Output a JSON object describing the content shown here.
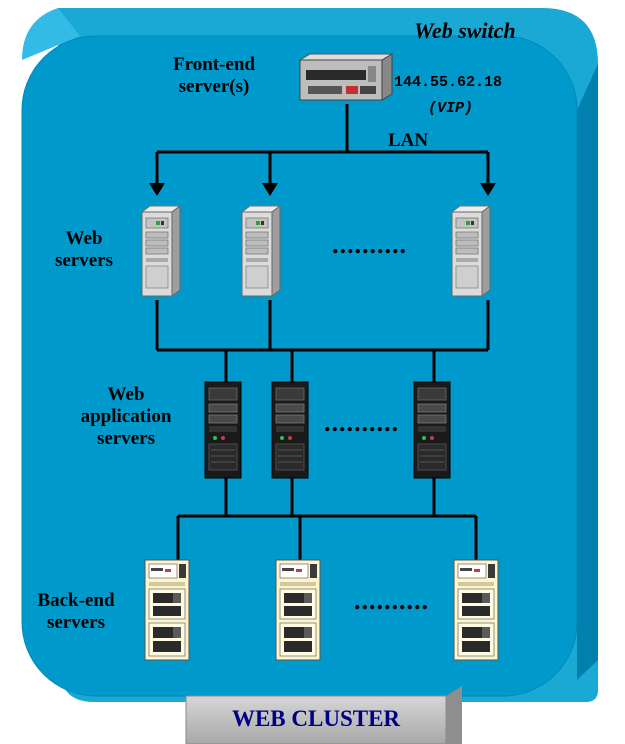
{
  "colors": {
    "cluster_fill": "#0099cc",
    "cluster_highlight": "#33bbe6",
    "cluster_shadow": "#006f99",
    "banner_fill": "#c0c0c0",
    "banner_text": "#000080",
    "lines": "#000000"
  },
  "front_end": {
    "label_line1": "Front-end",
    "label_line2": "server(s)",
    "switch_title": "Web switch",
    "switch_ip": "144.55.62.18",
    "switch_vip": "(VIP)",
    "switch_icon": "network-switch-icon"
  },
  "lan_label": "LAN",
  "tiers": {
    "web": {
      "label_line1": "Web",
      "label_line2": "servers",
      "ellipsis": "..........",
      "icon": "tower-server-icon"
    },
    "app": {
      "label_line1": "Web",
      "label_line2": "application",
      "label_line3": "servers",
      "ellipsis": "..........",
      "icon": "dark-tower-server-icon"
    },
    "backend": {
      "label_line1": "Back-end",
      "label_line2": "servers",
      "ellipsis": "..........",
      "icon": "database-server-icon"
    }
  },
  "banner": "WEB CLUSTER"
}
